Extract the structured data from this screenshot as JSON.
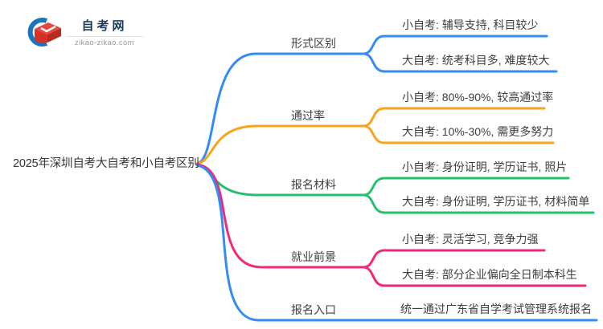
{
  "logo": {
    "title": "自考网",
    "domain": "zikao-zikao.com",
    "icon_colors": {
      "crescent": "#1B74C0",
      "cap_top": "#E8463C",
      "cap_front": "#D23329",
      "cap_side": "#B82A21",
      "chevron": "#FFFFFF"
    }
  },
  "central": {
    "title": "2025年深圳自考大自考和小自考区别"
  },
  "colors": {
    "blue": "#338CF5",
    "orange": "#F7A41B",
    "green": "#24C06E",
    "pink": "#F0297A",
    "text": "#3D3D3D",
    "background": "#FFFFFF"
  },
  "branches": [
    {
      "label": "形式区别",
      "color": "#338CF5",
      "children": [
        "小自考: 辅导支持, 科目较少",
        "大自考: 统考科目多, 难度较大"
      ]
    },
    {
      "label": "通过率",
      "color": "#F7A41B",
      "children": [
        "小自考: 80%-90%, 较高通过率",
        "大自考: 10%-30%, 需更多努力"
      ]
    },
    {
      "label": "报名材料",
      "color": "#24C06E",
      "children": [
        "小自考: 身份证明, 学历证书, 照片",
        "大自考: 身份证明, 学历证书, 材料简单"
      ]
    },
    {
      "label": "就业前景",
      "color": "#F0297A",
      "children": [
        "小自考: 灵活学习, 竞争力强",
        "大自考: 部分企业偏向全日制本科生"
      ]
    },
    {
      "label": "报名入口",
      "color": "#338CF5",
      "children": [
        "统一通过广东省自学考试管理系统报名"
      ]
    }
  ]
}
